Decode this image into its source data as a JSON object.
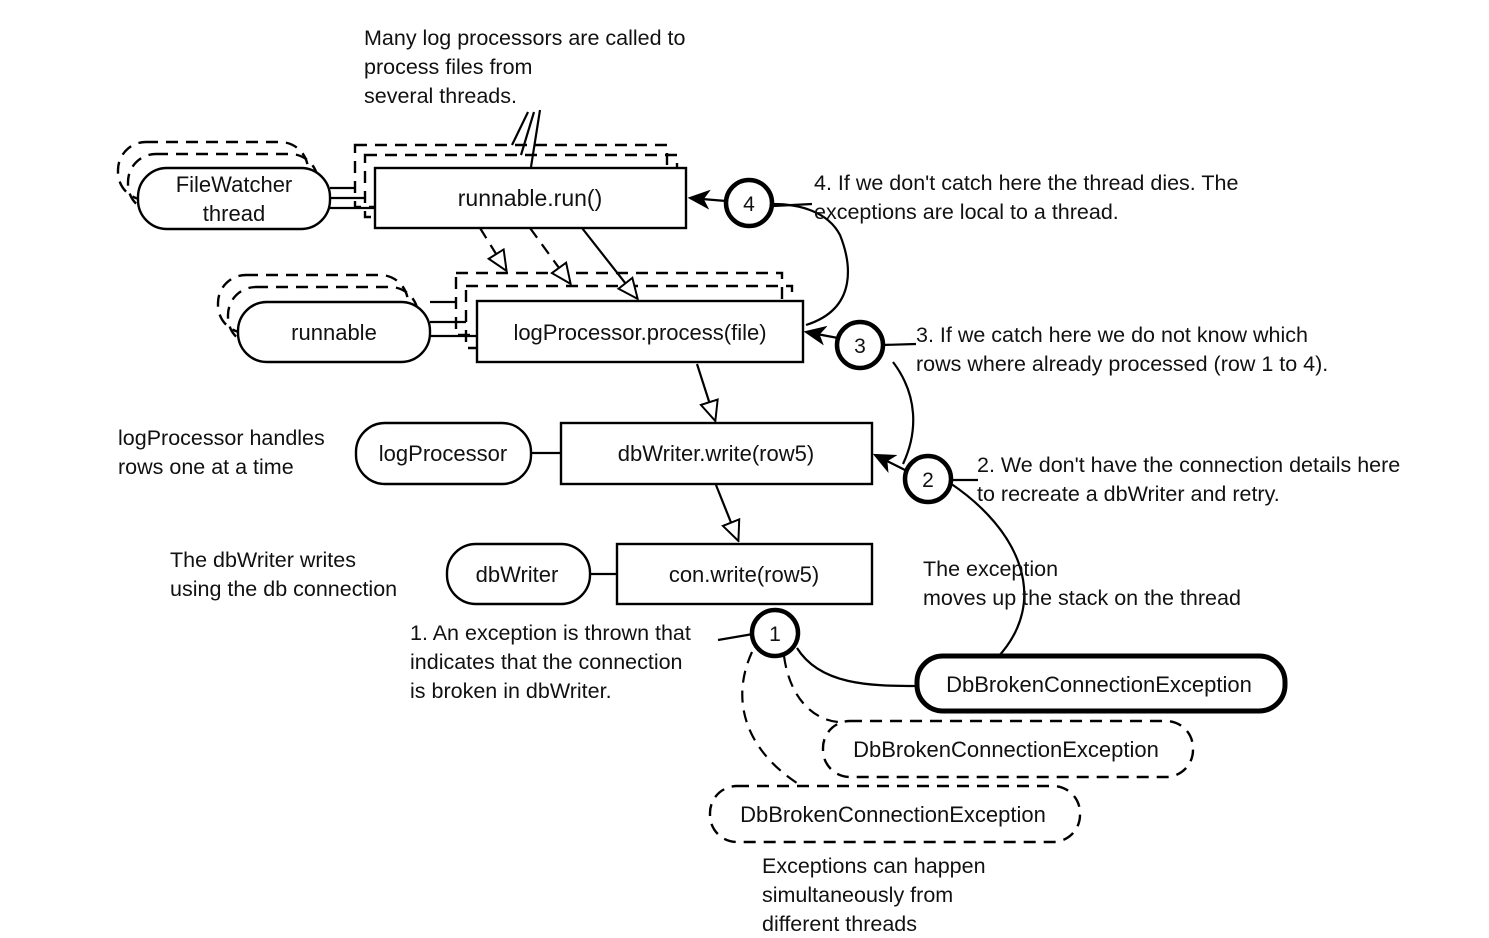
{
  "nodes": {
    "filewatcher_line1": "FileWatcher",
    "filewatcher_line2": "thread",
    "runnable_run": "runnable.run()",
    "runnable": "runnable",
    "logprocessor_process": "logProcessor.process(file)",
    "logprocessor": "logProcessor",
    "dbwriter_write": "dbWriter.write(row5)",
    "dbwriter": "dbWriter",
    "con_write": "con.write(row5)",
    "exception_main": "DbBrokenConnectionException",
    "exception_ghost_1": "DbBrokenConnectionException",
    "exception_ghost_2": "DbBrokenConnectionException"
  },
  "steps": {
    "step1": "1",
    "step2": "2",
    "step3": "3",
    "step4": "4"
  },
  "notes": {
    "processors": [
      "Many log processors are called to",
      "process files from",
      "several threads."
    ],
    "step4": [
      "4. If we don't catch here the thread dies. The",
      "exceptions are local to a thread."
    ],
    "step3": [
      "3. If we catch here we do not know which",
      "rows where already processed (row 1 to 4)."
    ],
    "logprocessor_rows": [
      "logProcessor handles",
      "rows one at a time"
    ],
    "step2": [
      "2. We don't have the connection details here",
      "to recreate a dbWriter and retry."
    ],
    "dbwriter_writes": [
      "The dbWriter writes",
      "using the db connection"
    ],
    "exception_moves": [
      "The exception",
      "moves up the stack on the thread"
    ],
    "step1": [
      "1. An exception is thrown that",
      "indicates that the connection",
      "is broken in dbWriter."
    ],
    "simultaneous": [
      "Exceptions can happen",
      "simultaneously from",
      "different threads"
    ]
  }
}
